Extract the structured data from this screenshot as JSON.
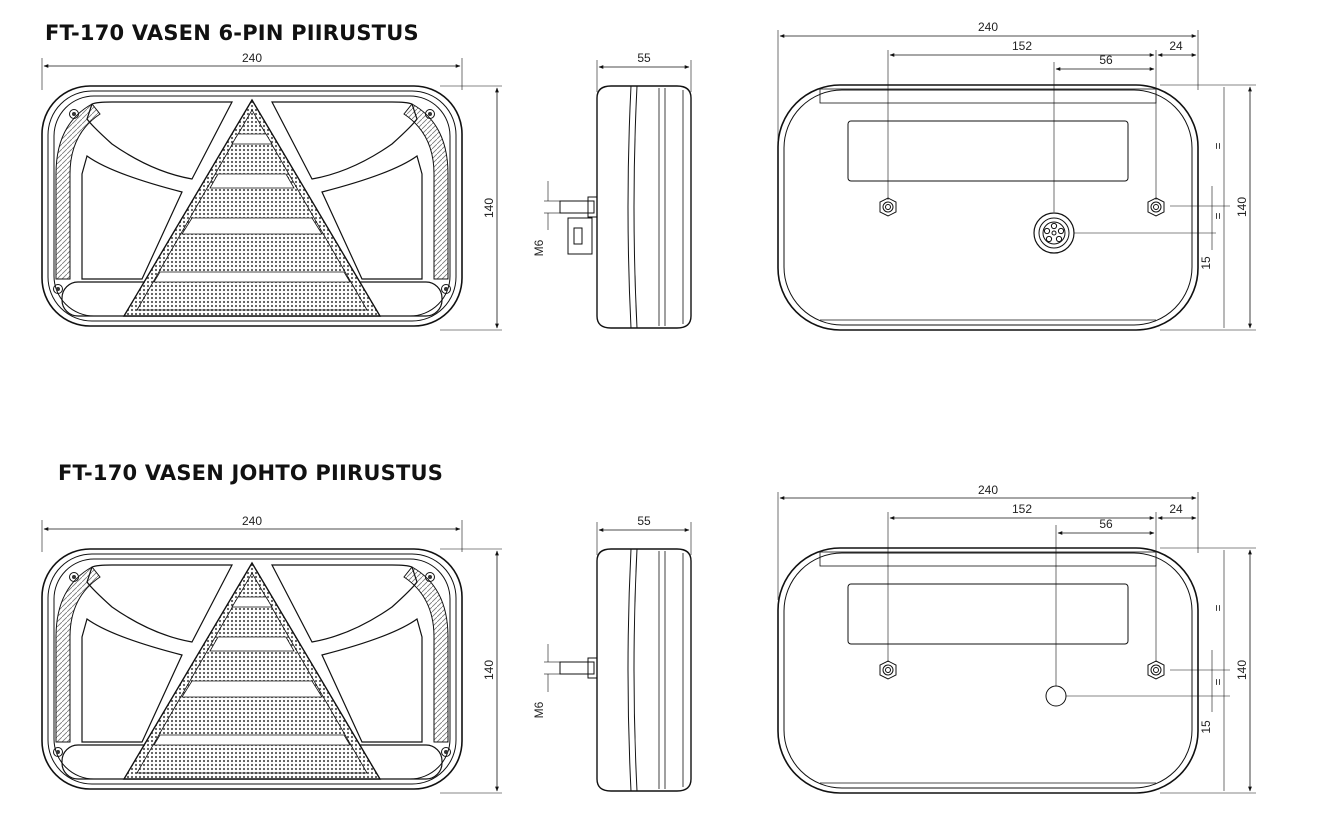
{
  "titles": {
    "top": "FT-170 VASEN 6-PIN PIIRUSTUS",
    "bottom": "FT-170 VASEN JOHTO PIIRUSTUS"
  },
  "dimensions": {
    "front_width": "240",
    "front_height": "140",
    "side_depth": "55",
    "bolt": "M6",
    "rear_width": "240",
    "rear_bolt_spacing": "152",
    "rear_center_offset": "56",
    "rear_edge_offset": "24",
    "rear_height": "140",
    "rear_connector_offset": "15",
    "equal_mark": "="
  },
  "colors": {
    "line": "#111111",
    "background": "#ffffff"
  }
}
